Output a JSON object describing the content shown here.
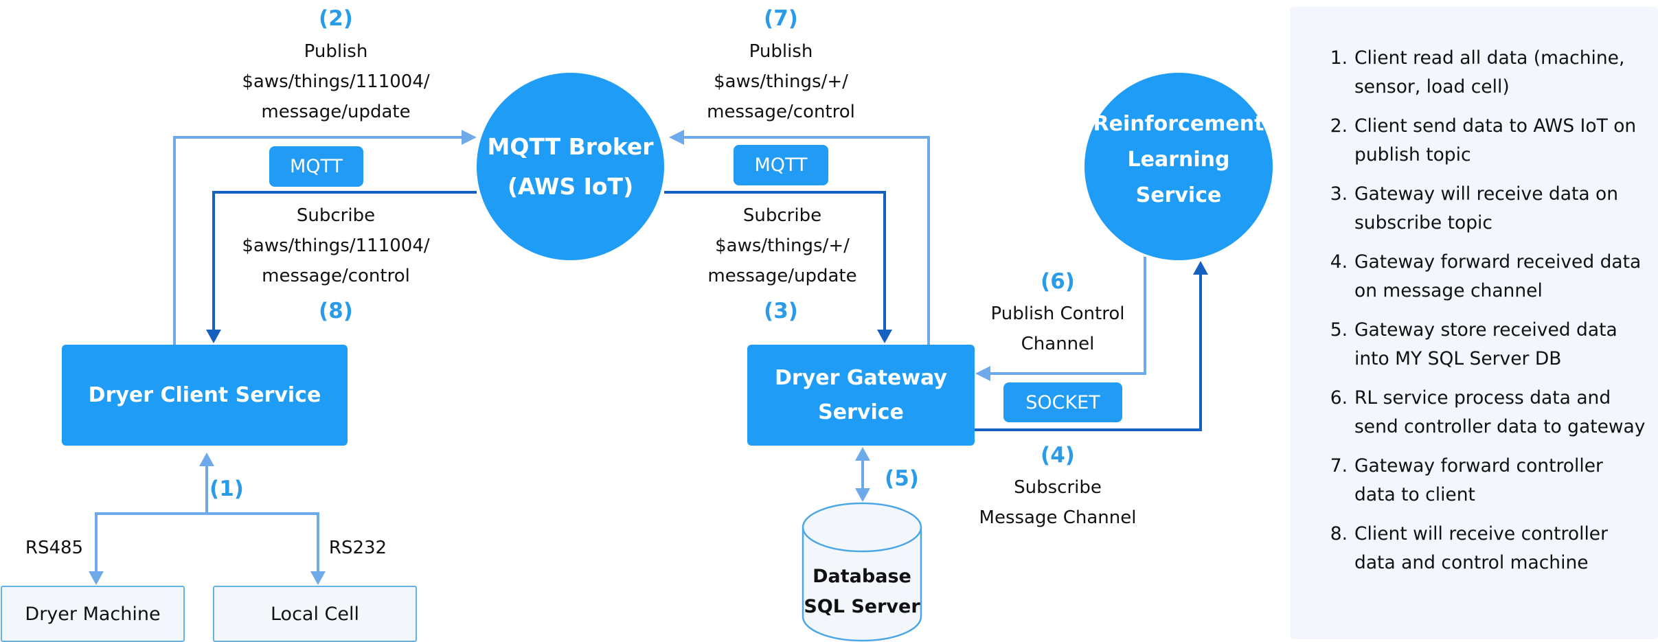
{
  "colors": {
    "node_fill": "#1f9cf5",
    "badge_fill": "#219bf3",
    "step_number": "#2a9be8",
    "arrow_light": "#6eaaea",
    "arrow_dark": "#1660c0",
    "panel_bg": "#f3f6fd",
    "device_border": "#63b3e8",
    "device_fill": "#f3f7fc"
  },
  "nodes": {
    "broker": {
      "line1": "MQTT Broker",
      "line2": "(AWS IoT)"
    },
    "rl": {
      "line1": "Reinforcement",
      "line2": "Learning",
      "line3": "Service"
    },
    "client": {
      "label": "Dryer Client Service"
    },
    "gateway": {
      "line1": "Dryer Gateway",
      "line2": "Service"
    },
    "database": {
      "line1": "Database",
      "line2": "SQL Server"
    },
    "dryer_machine": {
      "label": "Dryer Machine"
    },
    "local_cell": {
      "label": "Local Cell"
    }
  },
  "badges": {
    "mqtt_left": "MQTT",
    "mqtt_right": "MQTT",
    "socket": "SOCKET"
  },
  "flows": {
    "step1": {
      "num": "(1)"
    },
    "step2": {
      "num": "(2)",
      "line1": "Publish",
      "line2": "$aws/things/111004/",
      "line3": "message/update"
    },
    "step3": {
      "num": "(3)",
      "line1": "Subcribe",
      "line2": "$aws/things/+/",
      "line3": "message/update"
    },
    "step4": {
      "num": "(4)",
      "line1": "Subscribe",
      "line2": "Message Channel"
    },
    "step5": {
      "num": "(5)"
    },
    "step6": {
      "num": "(6)",
      "line1": "Publish Control",
      "line2": "Channel"
    },
    "step7": {
      "num": "(7)",
      "line1": "Publish",
      "line2": "$aws/things/+/",
      "line3": "message/control"
    },
    "step8": {
      "num": "(8)",
      "line1": "Subcribe",
      "line2": "$aws/things/111004/",
      "line3": "message/control"
    },
    "rs485": "RS485",
    "rs232": "RS232"
  },
  "steps": [
    {
      "n": "1.",
      "text": "Client read all data (machine, sensor, load cell)"
    },
    {
      "n": "2.",
      "text": "Client send data to AWS IoT on publish topic"
    },
    {
      "n": "3.",
      "text": "Gateway will receive data on subscribe topic"
    },
    {
      "n": "4.",
      "text": "Gateway forward received data on message channel"
    },
    {
      "n": "5.",
      "text": "Gateway store received data into MY SQL Server DB"
    },
    {
      "n": "6.",
      "text": "RL service process data and send controller data to gateway"
    },
    {
      "n": "7.",
      "text": " Gateway forward controller data to client"
    },
    {
      "n": "8.",
      "text": "Client will receive controller data and control machine"
    }
  ]
}
